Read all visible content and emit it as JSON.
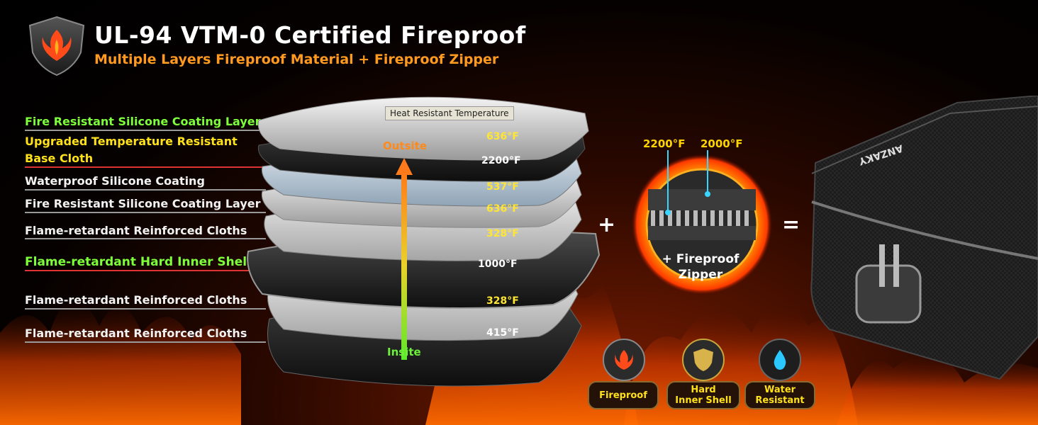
{
  "header": {
    "title": "UL-94 VTM-0 Certified Fireproof",
    "subtitle": "Multiple Layers Fireproof Material + Fireproof Zipper"
  },
  "layers": [
    {
      "label": "Fire Resistant Silicone Coating Layer",
      "temp": "636°F"
    },
    {
      "label": "Upgraded Temperature Resistant",
      "label2": "Base Cloth",
      "temp": "2200°F"
    },
    {
      "label": "Waterproof Silicone Coating",
      "temp": "537°F"
    },
    {
      "label": "Fire Resistant Silicone Coating Layer",
      "temp": "636°F"
    },
    {
      "label": "Flame-retardant Reinforced Cloths",
      "temp": "328°F"
    },
    {
      "label": "Flame-retardant Hard Inner Shell",
      "temp": "1000°F"
    },
    {
      "label": "Flame-retardant Reinforced Cloths",
      "temp": "328°F"
    },
    {
      "label": "Flame-retardant Reinforced Cloths",
      "temp": "415°F"
    }
  ],
  "heat_box": "Heat Resistant Temperature",
  "arrow": {
    "top": "Outsite",
    "bottom": "Insite"
  },
  "zipper": {
    "temp_left": "2200°F",
    "temp_right": "2000°F",
    "label_line1": "+ Fireproof",
    "label_line2": "Zipper"
  },
  "operators": {
    "plus": "+",
    "equals": "="
  },
  "brand": "ANZAKY",
  "badges": [
    {
      "label": "Fireproof",
      "icon": "phoenix-icon"
    },
    {
      "label1": "Hard",
      "label2": "Inner Shell",
      "icon": "shield-icon"
    },
    {
      "label1": "Water",
      "label2": "Resistant",
      "icon": "water-drop-icon"
    }
  ],
  "colors": {
    "accent_orange": "#ff9a1f",
    "accent_yellow": "#ffe11a",
    "accent_green": "#7dff3a"
  }
}
